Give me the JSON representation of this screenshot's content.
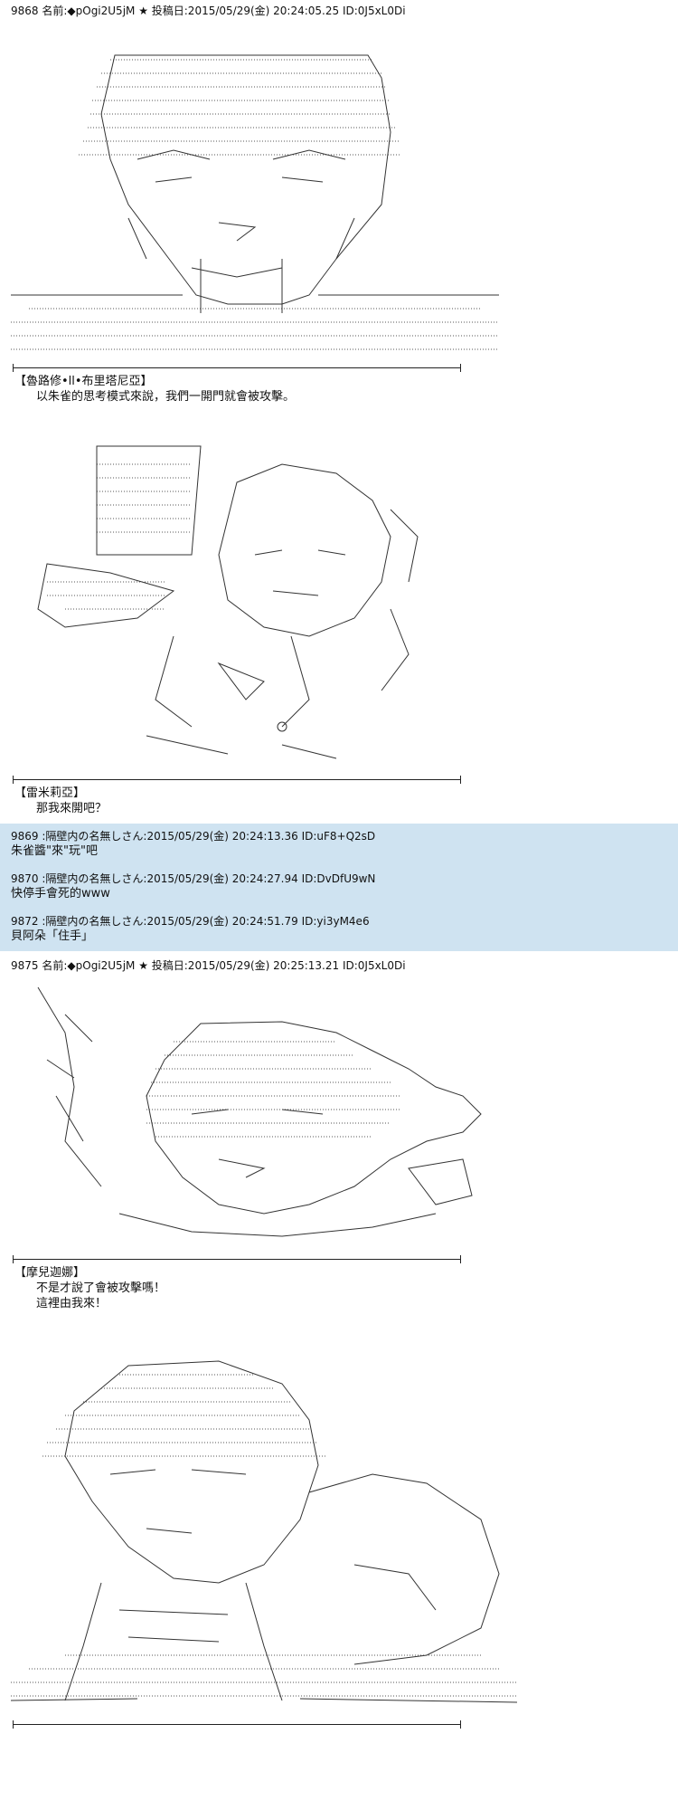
{
  "posts": [
    {
      "header": "9868 名前:◆pOgi2U5jM ★ 投稿日:2015/05/29(金) 20:24:05.25 ID:0J5xL0Di",
      "speaker": "【魯路修•ll•布里塔尼亞】",
      "lines": [
        "以朱雀的思考模式來說，我們一開門就會被攻擊。"
      ]
    },
    {
      "speaker": "【雷米莉亞】",
      "lines": [
        "那我來開吧？"
      ]
    },
    {
      "header": "9869 :隔壁内の名無しさん:2015/05/29(金) 20:24:13.36 ID:uF8+Q2sD",
      "text": "朱雀醬\"來\"玩\"吧"
    },
    {
      "header": "9870 :隔壁内の名無しさん:2015/05/29(金) 20:24:27.94 ID:DvDfU9wN",
      "text": "快停手會死的www"
    },
    {
      "header": "9872 :隔壁内の名無しさん:2015/05/29(金) 20:24:51.79 ID:yi3yM4e6",
      "text": "貝阿朵「住手」"
    },
    {
      "header": "9875 名前:◆pOgi2U5jM ★ 投稿日:2015/05/29(金) 20:25:13.21 ID:0J5xL0Di",
      "speaker": "【摩兒迦娜】",
      "lines": [
        "不是才說了會被攻擊嗎！",
        "這裡由我來！"
      ]
    }
  ]
}
